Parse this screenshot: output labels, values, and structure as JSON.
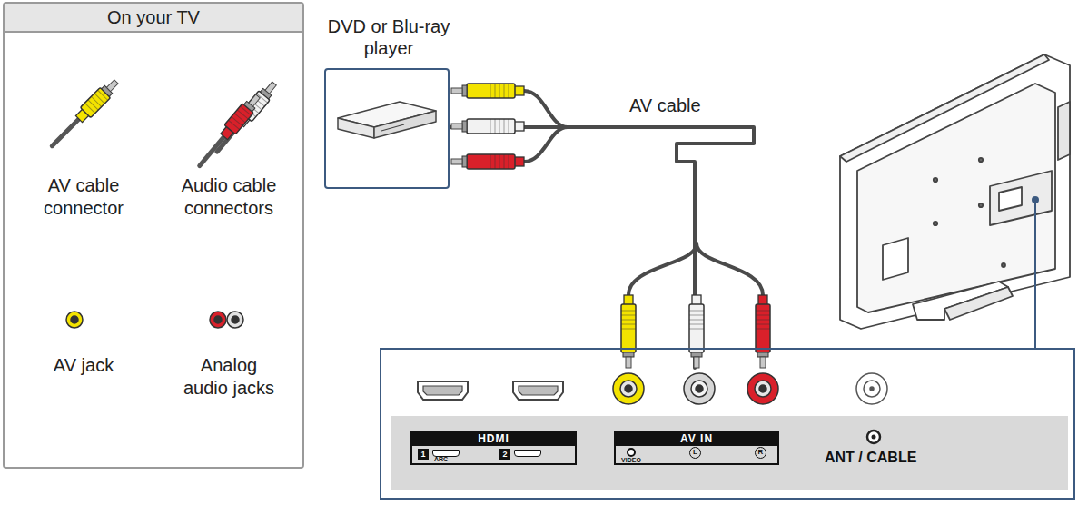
{
  "diagram": {
    "nodes": [
      {
        "text": [
          "On your TV"
        ]
      },
      {
        "text": [
          "DVD or Blu-ray player"
        ]
      },
      {
        "text": [
          "ANT / CABLE"
        ]
      },
      {
        "text": [
          "HDMI",
          "1",
          "ARC",
          "2"
        ],
        "in": 2
      },
      {
        "text": [
          "AV IN",
          "VIDEO",
          "L",
          "R"
        ],
        "in": 2
      }
    ],
    "edges": [
      {
        "from": 1,
        "to": 4,
        "arrow": "none",
        "label": "AV cable"
      }
    ],
    "labels": [
      "AV cable connector",
      "Audio cable connectors",
      "AV jack",
      "Analog audio jacks"
    ]
  }
}
